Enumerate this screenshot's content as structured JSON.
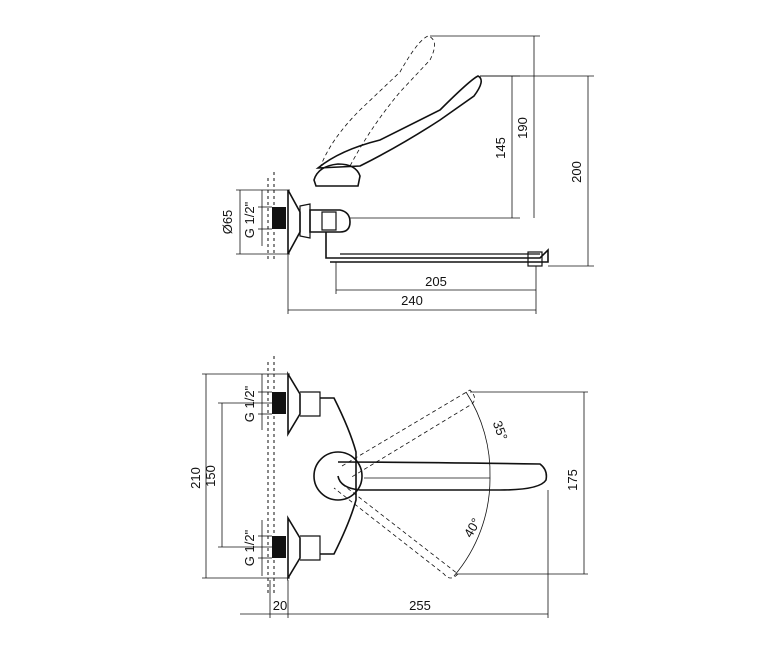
{
  "side_view": {
    "dim_diameter": "Ø65",
    "dim_thread": "G 1/2\"",
    "dim_145": "145",
    "dim_190": "190",
    "dim_200": "200",
    "dim_205": "205",
    "dim_240": "240"
  },
  "top_view": {
    "dim_thread_top": "G 1/2\"",
    "dim_thread_bottom": "G 1/2\"",
    "dim_210": "210",
    "dim_150": "150",
    "dim_175": "175",
    "dim_20": "20",
    "dim_255": "255",
    "angle_up": "35°",
    "angle_down": "40°"
  }
}
